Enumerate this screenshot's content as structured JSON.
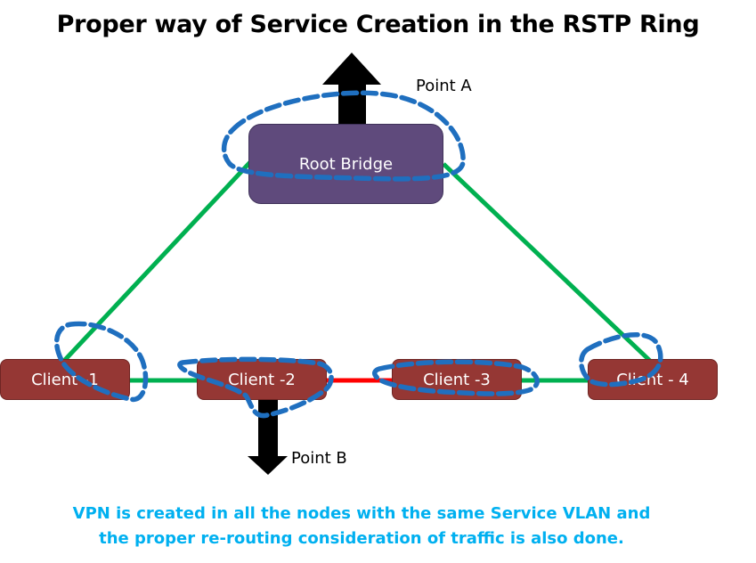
{
  "title": "Proper way of Service Creation in the RSTP Ring",
  "nodes": {
    "root": "Root Bridge",
    "client1": "Client -1",
    "client2": "Client -2",
    "client3": "Client -3",
    "client4": "Client - 4"
  },
  "points": {
    "a": "Point A",
    "b": "Point B"
  },
  "caption": {
    "line1": "VPN is created in all the nodes with the same Service VLAN and",
    "line2": "the proper re-routing consideration of traffic is also done."
  },
  "colors": {
    "link_active": "#00b050",
    "link_blocked": "#ff0000",
    "vpn_outline": "#1f6fbf",
    "root_fill": "#5f4a7c",
    "client_fill": "#953734",
    "caption": "#00b0f0"
  }
}
